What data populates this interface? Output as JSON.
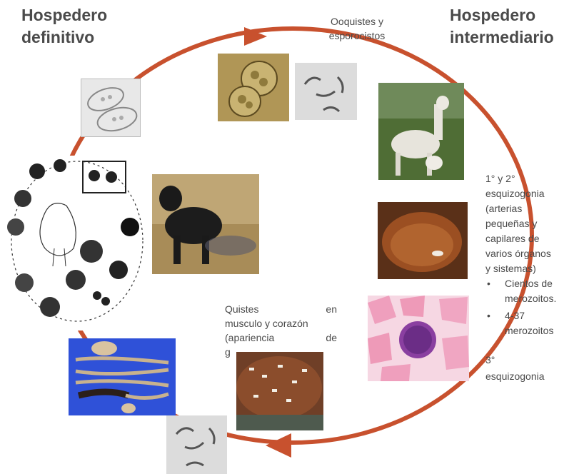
{
  "headings": {
    "definitive_line1": "Hospedero",
    "definitive_line2": "definitivo",
    "intermediate_line1": "Hospedero",
    "intermediate_line2": "intermediario"
  },
  "labels": {
    "oocysts_line1": "Ooquistes y",
    "oocysts_line2": "esporocistos",
    "cysts_line1_a": "Quistes",
    "cysts_line1_b": "en",
    "cysts_line2": "musculo y corazón",
    "cysts_line3_a": "(apariencia",
    "cysts_line3_b": "de",
    "cysts_line4_partial": "g"
  },
  "side_text": {
    "line1": "1° y 2°",
    "line2": "esquizogonia",
    "line3": "(arterias",
    "line4": "pequeñas y",
    "line5": "capilares de",
    "line6": "varios órganos",
    "line7": "y sistemas)",
    "bullet1_line1": "Cientos de",
    "bullet1_line2": "merozoitos.",
    "bullet2_line1": "4-37",
    "bullet2_line2": "merozoitos",
    "tail_line1": "3°",
    "tail_line2": "esquizogonia",
    "bullet_char": "•"
  },
  "colors": {
    "cycle_arrow": "#c8512e",
    "heading_text": "#4a4a4a"
  }
}
